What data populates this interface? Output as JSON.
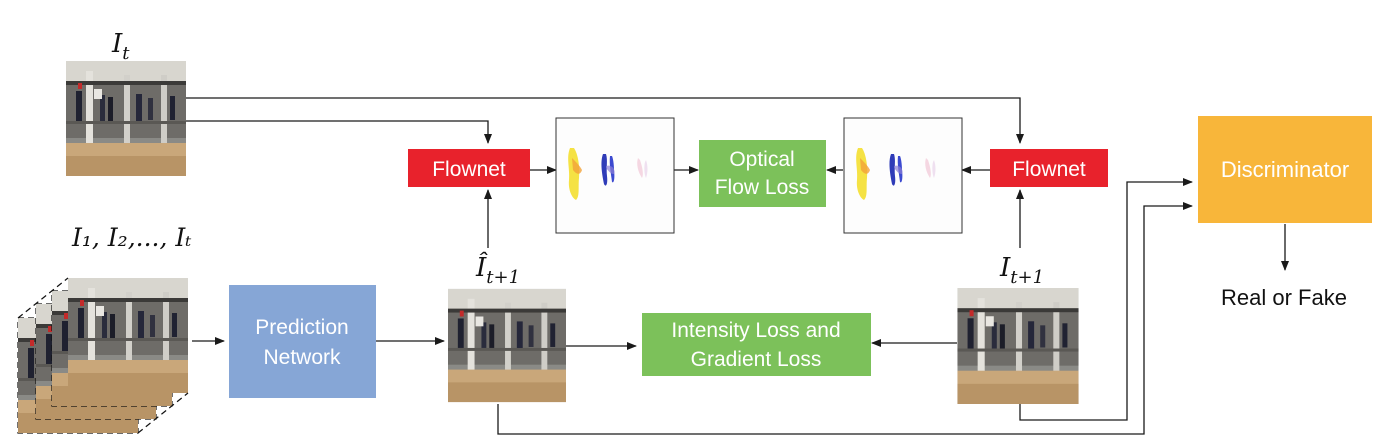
{
  "colors": {
    "flownet": "#e8222c",
    "loss": "#7cc15a",
    "prediction": "#86a6d6",
    "discriminator": "#f8b63a",
    "arrow": "#1a1a1a"
  },
  "labels": {
    "it_main": "I",
    "it_sub": "t",
    "seq_text": "I₁, I₂,..., Iₜ",
    "ihat_main": "Î",
    "ihat_sub": "t+1",
    "it1_main": "I",
    "it1_sub": "t+1"
  },
  "boxes": {
    "flownet_left": "Flownet",
    "flownet_right": "Flownet",
    "optical_flow_loss": [
      "Optical",
      "Flow Loss"
    ],
    "prediction_network": [
      "Prediction",
      "Network"
    ],
    "intensity_gradient_loss": [
      "Intensity Loss and",
      "Gradient Loss"
    ],
    "discriminator": "Discriminator"
  },
  "output": "Real or Fake",
  "icons": {
    "frame": "video-frame-thumbnail",
    "flow_map": "optical-flow-map"
  }
}
